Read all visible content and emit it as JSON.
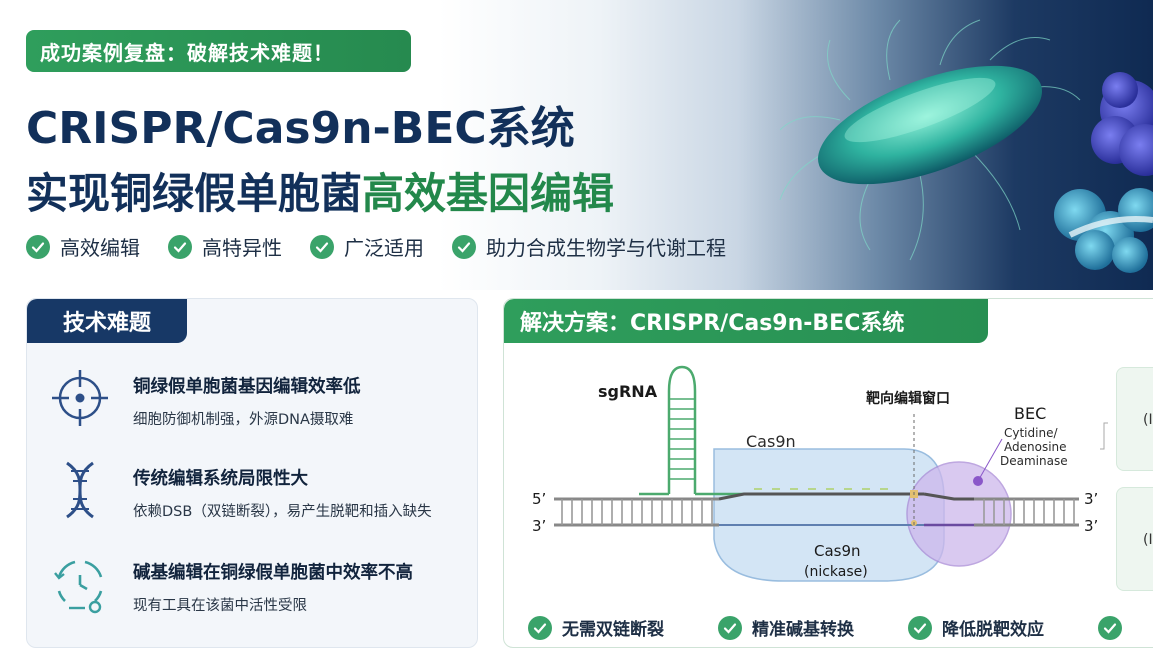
{
  "hero": {
    "tag": "成功案例复盘：破解技术难题！",
    "title_line1": "CRISPR/Cas9n-BEC系统",
    "title_line2_main": "实现铜绿假单胞菌",
    "title_line2_highlight": "高效基因编辑",
    "features": [
      {
        "label": "高效编辑"
      },
      {
        "label": "高特异性"
      },
      {
        "label": "广泛适用"
      },
      {
        "label": "助力合成生物学与代谢工程"
      }
    ]
  },
  "problems_panel": {
    "header": "技术难题",
    "items": [
      {
        "icon": "target-icon",
        "title": "铜绿假单胞菌基因编辑效率低",
        "desc": "细胞防御机制强，外源DNA摄取难"
      },
      {
        "icon": "dna-icon",
        "title": "传统编辑系统局限性大",
        "desc": "依赖DSB（双链断裂），易产生脱靶和插入缺失"
      },
      {
        "icon": "cycle-icon",
        "title": "碱基编辑在铜绿假单胞菌中效率不高",
        "desc": "现有工具在该菌中活性受限"
      }
    ]
  },
  "solution_panel": {
    "header": "解决方案：CRISPR/Cas9n-BEC系统",
    "diagram": {
      "sgrna_label": "sgRNA",
      "cas9n_label_top": "Cas9n",
      "window_label": "靶向编辑窗口",
      "bec_label": "BEC",
      "bec_sub1": "Cytidine/",
      "bec_sub2": "Adenosine",
      "bec_sub3": "Deaminase",
      "strand_top_left": "5’",
      "strand_bottom_left": "3’",
      "strand_top_right": "3’",
      "strand_bottom_right": "3’",
      "cas9n_label_bottom": "Cas9n",
      "nickase_label": "(nickase)"
    },
    "side_cards": [
      {
        "text": "(I"
      },
      {
        "text": "(I"
      }
    ],
    "benefits": [
      {
        "label": "无需双链断裂"
      },
      {
        "label": "精准碱基转换"
      },
      {
        "label": "降低脱靶效应"
      }
    ]
  },
  "colors": {
    "navy": "#12305a",
    "green": "#2f9e5c",
    "highlight_green": "#23884b"
  }
}
